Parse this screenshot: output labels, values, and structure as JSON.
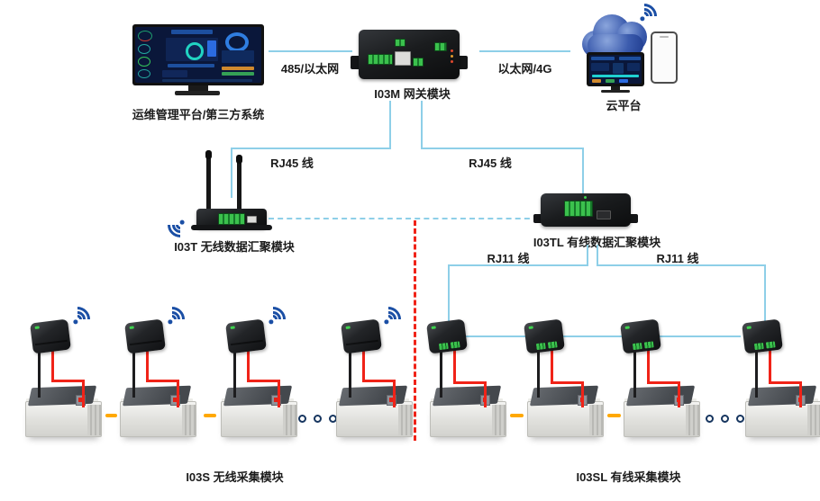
{
  "labels": {
    "platform": "运维管理平台/第三方系统",
    "link_485": "485/以太网",
    "gateway": "I03M 网关模块",
    "link_4g": "以太网/4G",
    "cloud": "云平台",
    "rj45_left": "RJ45 线",
    "rj45_right": "RJ45 线",
    "wireless_hub": "I03T 无线数据汇聚模块",
    "wired_hub": "I03TL 有线数据汇聚模块",
    "rj11_left": "RJ11 线",
    "rj11_right": "RJ11 线",
    "wireless_collectors": "I03S 无线采集模块",
    "wired_collectors": "I03SL 有线采集模块"
  },
  "colors": {
    "cable_blue": "#8ecfe8",
    "separator_red": "#f02318",
    "power_wire_red": "#f02318",
    "ground_wire_black": "#1d1d1f",
    "battery_jumper_orange": "#ffa800",
    "wifi_blue": "#1b4fa5"
  },
  "counts": {
    "wireless_collector_units": 4,
    "wired_collector_units": 4
  }
}
